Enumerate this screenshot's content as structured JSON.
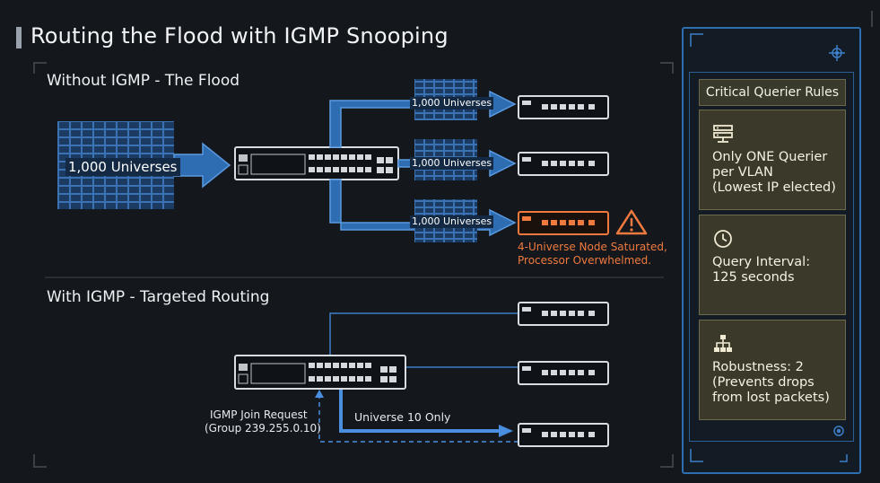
{
  "title": "Routing the Flood with IGMP Snooping",
  "flood_section": {
    "label": "Without IGMP - The Flood",
    "source_label": "1,000 Universes",
    "branch_labels": [
      "1,000 Universes",
      "1,000 Universes",
      "1,000 Universes"
    ],
    "warning_lines": [
      "4-Universe Node Saturated,",
      "Processor Overwhelmed."
    ]
  },
  "igmp_section": {
    "label": "With IGMP - Targeted Routing",
    "join_request_lines": [
      "IGMP Join Request",
      "(Group 239.255.0.10)"
    ],
    "targeted_label": "Universe 10 Only"
  },
  "rules_panel": {
    "title": "Critical Querier Rules",
    "rules": [
      {
        "icon": "server-icon",
        "lines": [
          "Only ONE Querier",
          "per VLAN",
          "(Lowest IP elected)"
        ]
      },
      {
        "icon": "clock-icon",
        "lines": [
          "Query Interval:",
          "125 seconds"
        ]
      },
      {
        "icon": "hierarchy-icon",
        "lines": [
          "Robustness: 2",
          "(Prevents drops",
          "from lost packets)"
        ]
      }
    ]
  },
  "colors": {
    "accent_blue": "#3d7fc9",
    "warning_orange": "#f07a3e",
    "card_bg": "#3b392a"
  }
}
